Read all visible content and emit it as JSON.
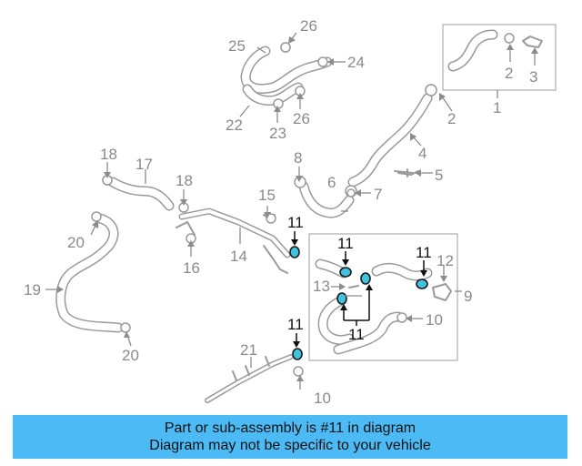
{
  "banner": {
    "line1": "Part or sub-assembly is #11 in diagram",
    "line2": "Diagram may not be specific to your vehicle"
  },
  "highlight_color": "#3fc3df",
  "banner_color": "#4cbaf5",
  "callouts": {
    "c1": "1",
    "c2a": "2",
    "c2b": "2",
    "c3": "3",
    "c4": "4",
    "c5": "5",
    "c6": "6",
    "c7": "7",
    "c8": "8",
    "c9": "9",
    "c10a": "10",
    "c10b": "10",
    "c11a": "11",
    "c11b": "11",
    "c11c": "11",
    "c11d": "11",
    "c11e": "11",
    "c12": "12",
    "c13": "13",
    "c14": "14",
    "c15": "15",
    "c16": "16",
    "c17": "17",
    "c18a": "18",
    "c18b": "18",
    "c19": "19",
    "c20a": "20",
    "c20b": "20",
    "c21": "21",
    "c22": "22",
    "c23": "23",
    "c24": "24",
    "c25": "25",
    "c26a": "26",
    "c26b": "26"
  }
}
